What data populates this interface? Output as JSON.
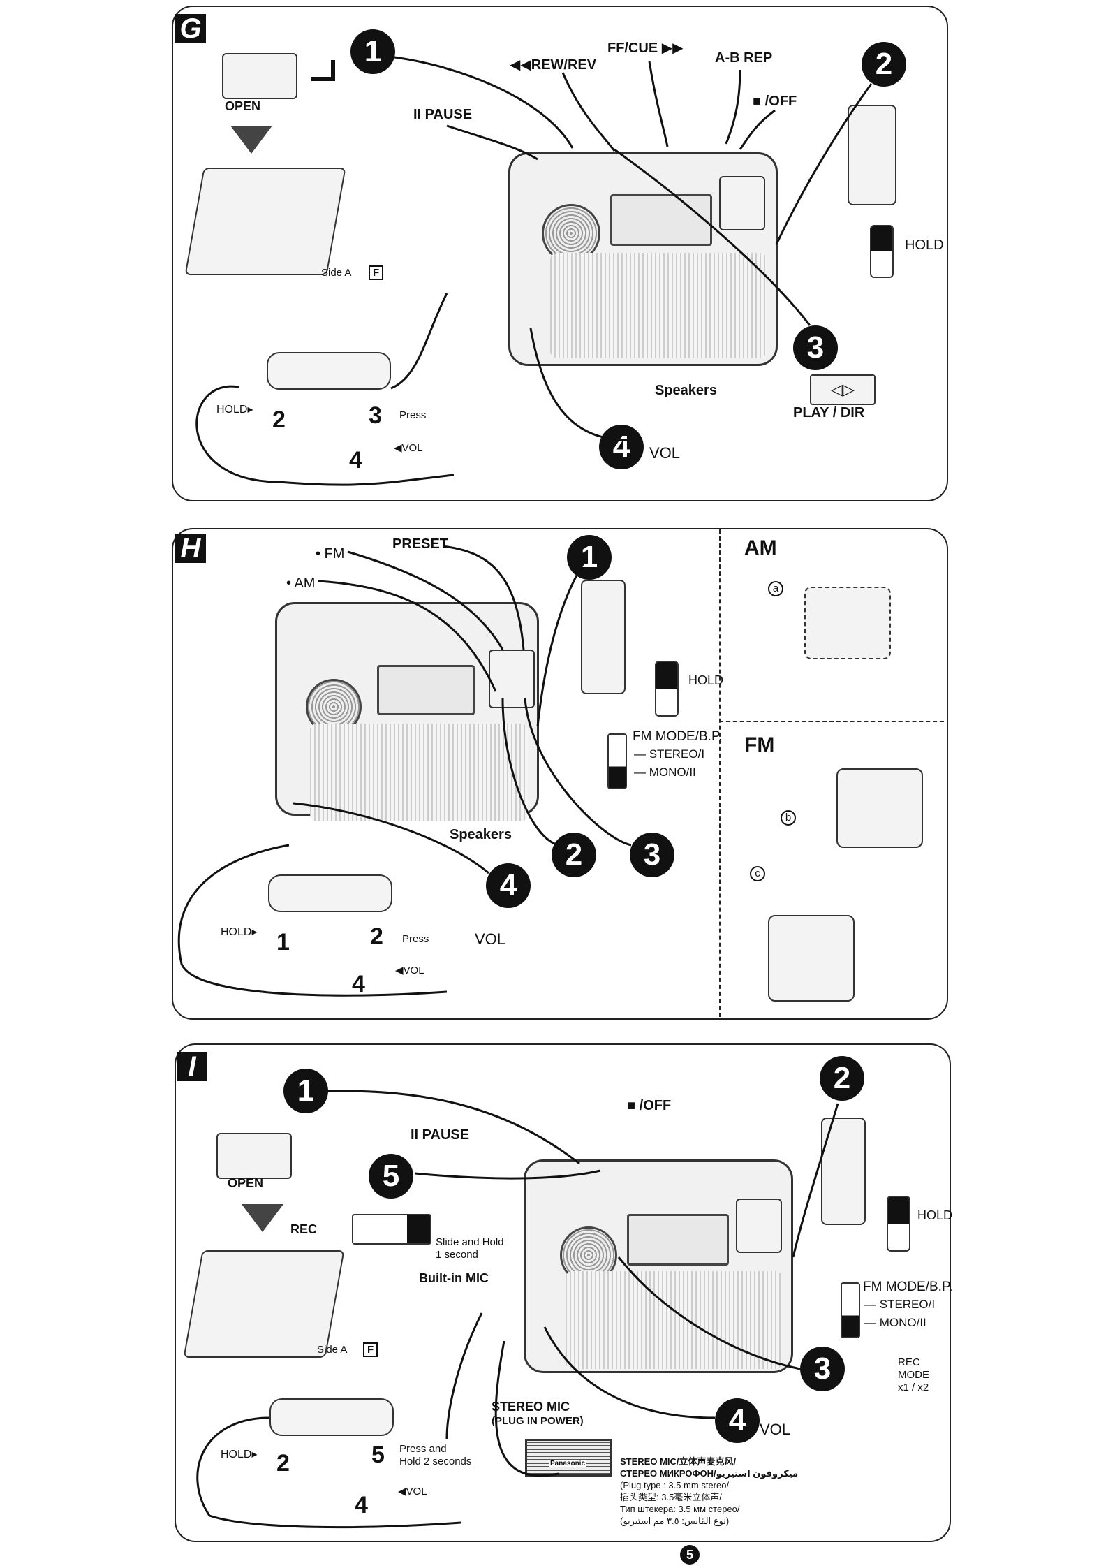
{
  "panel_g": {
    "tag": "G",
    "open": "OPEN",
    "side_a": "Side A",
    "side_a_mark": "F",
    "pause": "II PAUSE",
    "rew": "◀◀REW/REV",
    "ff": "FF/CUE ▶▶",
    "abrep": "A-B REP",
    "off": "■ /OFF",
    "hold_switch": "HOLD",
    "speakers": "Speakers",
    "play": "PLAY / DIR",
    "play_key": "◁▷",
    "hold_remote": "HOLD▸",
    "press": "Press",
    "vol": "VOL",
    "vol_remote": "◀VOL",
    "steps": {
      "s1": "1",
      "s2": "2",
      "s3": "3",
      "s4": "4"
    },
    "remote_steps": {
      "r2": "2",
      "r3": "3",
      "r4": "4"
    }
  },
  "panel_h": {
    "tag": "H",
    "fm": "• FM",
    "am": "• AM",
    "preset": "PRESET",
    "hold_switch": "HOLD",
    "fm_mode": "FM MODE/B.P.",
    "stereo": "— STEREO/I",
    "mono": "— MONO/II",
    "speakers": "Speakers",
    "hold_remote": "HOLD▸",
    "press": "Press",
    "vol": "VOL",
    "vol_remote": "◀VOL",
    "am_title": "AM",
    "fm_title": "FM",
    "mark_a": "a",
    "mark_b": "b",
    "mark_c": "c",
    "steps": {
      "s1": "1",
      "s2": "2",
      "s3": "3",
      "s4": "4"
    },
    "remote_steps": {
      "r1": "1",
      "r2": "2",
      "r4": "4"
    }
  },
  "panel_i": {
    "tag": "I",
    "off": "■ /OFF",
    "pause": "II PAUSE",
    "open": "OPEN",
    "rec": "REC",
    "slide_hold": "Slide and Hold",
    "one_second": "1 second",
    "builtin_mic": "Built-in MIC",
    "side_a": "Side A",
    "side_a_mark": "F",
    "hold_switch": "HOLD",
    "fm_mode": "FM MODE/B.P.",
    "stereo": "— STEREO/I",
    "mono": "— MONO/II",
    "rec_mode": "REC",
    "rec_mode2": "MODE",
    "rec_mode3": "x1 / x2",
    "stereo_mic": "STEREO MIC",
    "plug_in_power": "(PLUG IN POWER)",
    "mic_brand": "Panasonic",
    "hold_remote": "HOLD▸",
    "press_hold": "Press and",
    "hold_2s": "Hold 2 seconds",
    "vol": "VOL",
    "vol_remote": "◀VOL",
    "mic_lines": [
      "STEREO MIC/立体声麦克风/",
      "СТЕРЕО МИКРОФОН/ميكروفون استيريو",
      "(Plug type : 3.5 mm stereo/",
      "插头类型: 3.5毫米立体声/",
      "Тип штекера: 3.5 мм стерео/",
      "(نوع القابس: ٣.٥ مم استيريو)"
    ],
    "steps": {
      "s1": "1",
      "s2": "2",
      "s3": "3",
      "s4": "4",
      "s5": "5"
    },
    "remote_steps": {
      "r2": "2",
      "r4": "4",
      "r5": "5"
    }
  },
  "page_number": "5"
}
